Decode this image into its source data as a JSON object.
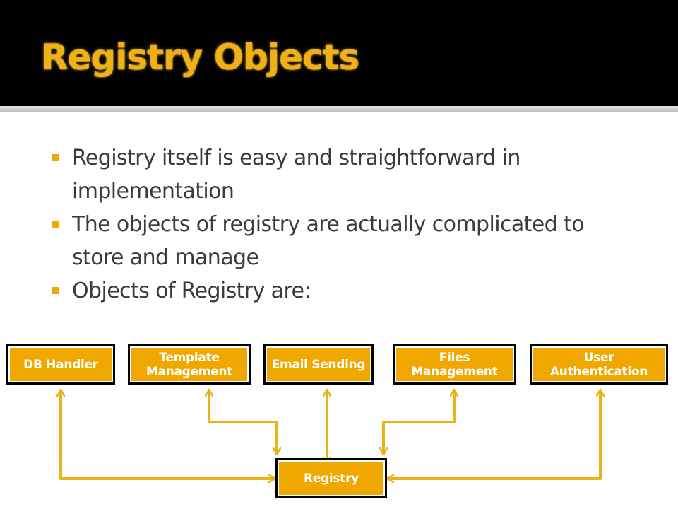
{
  "slide": {
    "title": "Registry Objects",
    "bullets": [
      "Registry itself is easy and straightforward in implementation",
      "The objects of registry are actually complicated to store and manage",
      "Objects of Registry are:"
    ]
  },
  "diagram": {
    "objects": [
      {
        "label": "DB Handler"
      },
      {
        "label": "Template Management"
      },
      {
        "label": "Email Sending"
      },
      {
        "label": "Files Management"
      },
      {
        "label": "User Authentication"
      }
    ],
    "center": {
      "label": "Registry"
    },
    "colors": {
      "box_fill": "#f0a800",
      "box_outline": "#000000",
      "connector": "#e8b418",
      "title": "#f0b018",
      "bullet_marker": "#f0a800",
      "header_background": "#000000"
    }
  }
}
